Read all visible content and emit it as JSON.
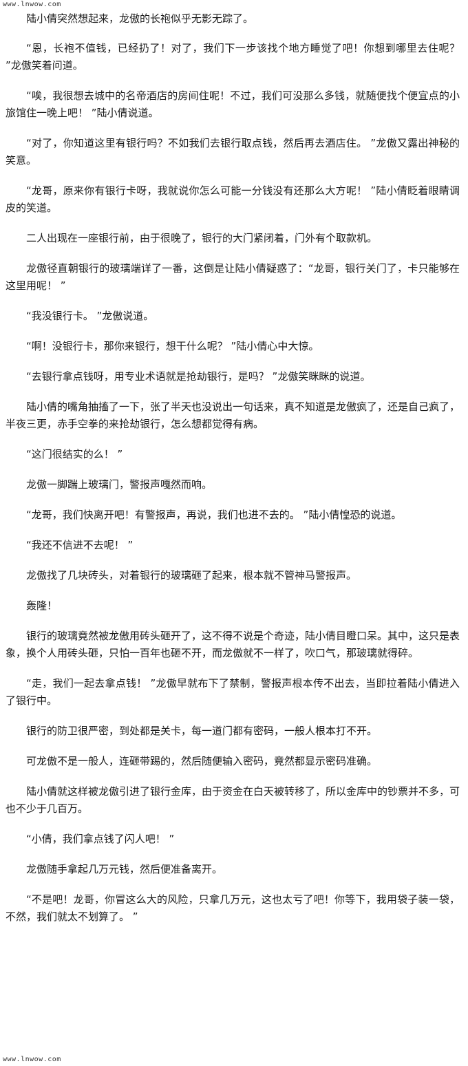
{
  "watermark": {
    "top": "www.lnwow.com",
    "bottom": "www.lnwow.com"
  },
  "paragraphs": [
    "陆小倩突然想起来，龙傲的长袍似乎无影无踪了。",
    "“恩，长袍不值钱，已经扔了！对了，我们下一步该找个地方睡觉了吧！你想到哪里去住呢？ ”龙傲笑着问道。",
    "“唉，我很想去城中的名帝酒店的房间住呢！不过，我们可没那么多钱，就随便找个便宜点的小旅馆住一晚上吧！ ”陆小倩说道。",
    "“对了，你知道这里有银行吗？不如我们去银行取点钱，然后再去酒店住。 ”龙傲又露出神秘的笑意。",
    "“龙哥，原来你有银行卡呀，我就说你怎么可能一分钱没有还那么大方呢！ ”陆小倩眨着眼睛调皮的笑道。",
    "二人出现在一座银行前，由于很晚了，银行的大门紧闭着，门外有个取款机。",
    "龙傲径直朝银行的玻璃端详了一番，这倒是让陆小倩疑惑了：“龙哥，银行关门了，卡只能够在这里用呢！ ”",
    "“我没银行卡。 ”龙傲说道。",
    "“啊！没银行卡，那你来银行，想干什么呢？ ”陆小倩心中大惊。",
    "“去银行拿点钱呀，用专业术语就是抢劫银行，是吗？ ”龙傲笑眯眯的说道。",
    "陆小倩的嘴角抽搐了一下，张了半天也没说出一句话来，真不知道是龙傲疯了，还是自己疯了，半夜三更，赤手空拳的来抢劫银行，怎么想都觉得有病。",
    "“这门很结实的么！ ”",
    "龙傲一脚踹上玻璃门，警报声嘎然而响。",
    "“龙哥，我们快离开吧！有警报声，再说，我们也进不去的。 ”陆小倩惶恐的说道。",
    "“我还不信进不去呢！ ”",
    "龙傲找了几块砖头，对着银行的玻璃砸了起来，根本就不管神马警报声。",
    "轰隆！",
    "银行的玻璃竟然被龙傲用砖头砸开了，这不得不说是个奇迹，陆小倩目瞪口呆。其中，这只是表象，换个人用砖头砸，只怕一百年也砸不开，而龙傲就不一样了，吹口气，那玻璃就得碎。",
    "“走，我们一起去拿点钱！ ”龙傲早就布下了禁制，警报声根本传不出去，当即拉着陆小倩进入了银行中。",
    "银行的防卫很严密，到处都是关卡，每一道门都有密码，一般人根本打不开。",
    "可龙傲不是一般人，连砸带踢的，然后随便输入密码，竟然都显示密码准确。",
    "陆小倩就这样被龙傲引进了银行金库，由于资金在白天被转移了，所以金库中的钞票并不多，可也不少于几百万。",
    "“小倩，我们拿点钱了闪人吧！ ”",
    "龙傲随手拿起几万元钱，然后便准备离开。",
    "“不是吧！龙哥，你冒这么大的风险，只拿几万元，这也太亏了吧！你等下，我用袋子装一袋，不然，我们就太不划算了。 ”"
  ]
}
